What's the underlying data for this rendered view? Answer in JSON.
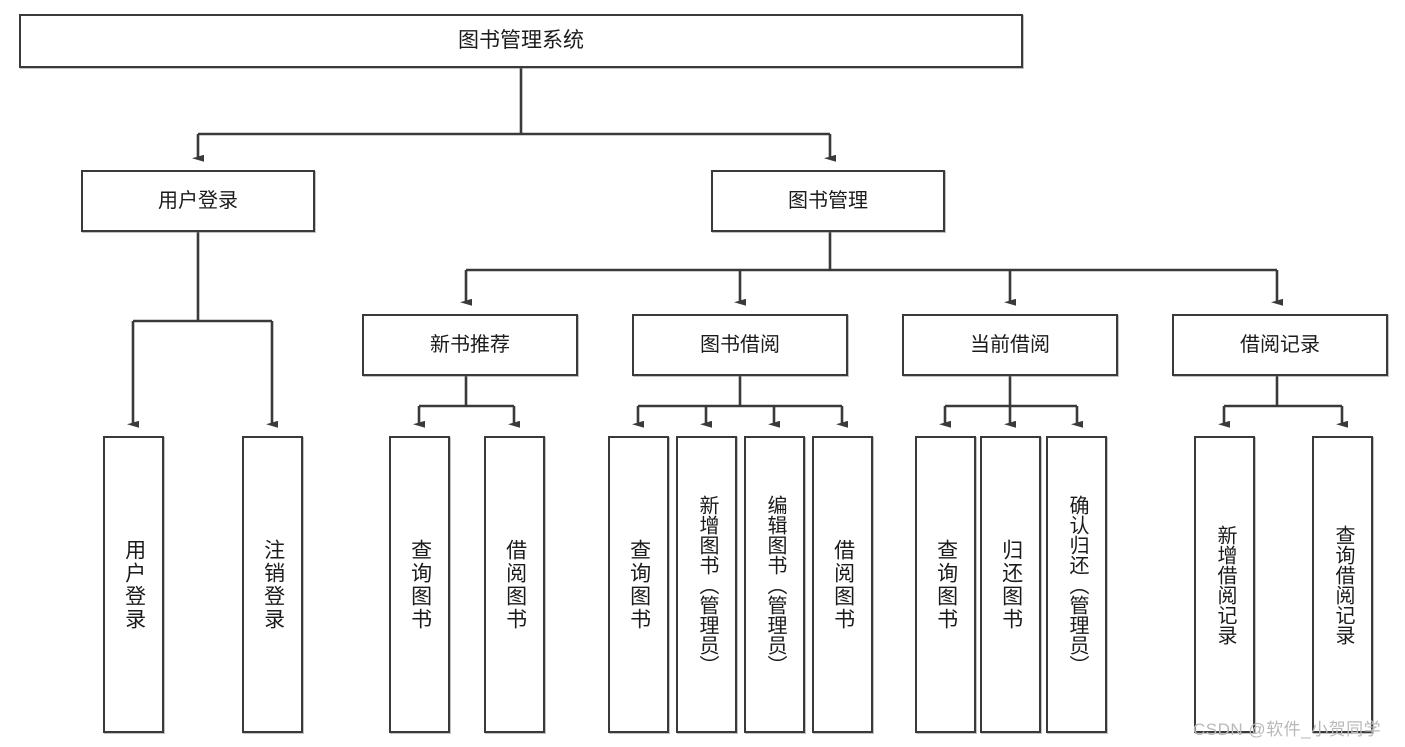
{
  "diagram": {
    "type": "tree-hierarchy",
    "title": "图书管理系统",
    "colors": {
      "box_border": "#3a3a3a",
      "box_fill": "#ffffff",
      "connector": "#3a3a3a",
      "text": "#1b1b1b",
      "watermark": "#b9b9b9"
    },
    "root": {
      "label": "图书管理系统"
    },
    "level1": [
      {
        "label": "用户登录"
      },
      {
        "label": "图书管理"
      }
    ],
    "level2": [
      {
        "label": "新书推荐"
      },
      {
        "label": "图书借阅"
      },
      {
        "label": "当前借阅"
      },
      {
        "label": "借阅记录"
      }
    ],
    "leaves": {
      "user_login": [
        {
          "label": "用户登录"
        },
        {
          "label": "注销登录"
        }
      ],
      "new_book_recommend": [
        {
          "label": "查询图书"
        },
        {
          "label": "借阅图书"
        }
      ],
      "book_borrow": [
        {
          "label": "查询图书"
        },
        {
          "label": "新增图书（管理员）"
        },
        {
          "label": "编辑图书（管理员）"
        },
        {
          "label": "借阅图书"
        }
      ],
      "current_borrow": [
        {
          "label": "查询图书"
        },
        {
          "label": "归还图书"
        },
        {
          "label": "确认归还（管理员）"
        }
      ],
      "borrow_record": [
        {
          "label": "新增借阅记录"
        },
        {
          "label": "查询借阅记录"
        }
      ]
    }
  },
  "watermark": {
    "text": "CSDN @软件_小贺同学"
  }
}
